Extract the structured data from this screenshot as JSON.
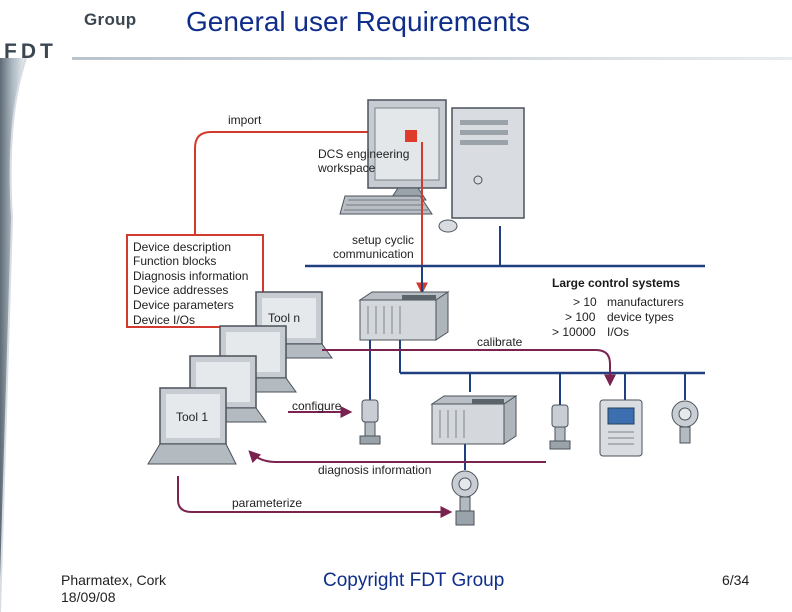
{
  "header": {
    "group_label": "Group",
    "logo_text": "FDT",
    "title": "General user Requirements"
  },
  "diagram": {
    "import_label": "import",
    "workspace_label": [
      "DCS engineering",
      "workspace"
    ],
    "setup_label": [
      "setup cyclic",
      "communication"
    ],
    "device_info_lines": [
      "Device description",
      "Function blocks",
      "Diagnosis information",
      "Device addresses",
      "Device parameters",
      "Device I/Os"
    ],
    "large_systems": {
      "heading": "Large control systems",
      "rows": [
        {
          "count": "> 10",
          "label": "manufacturers"
        },
        {
          "count": "> 100",
          "label": "device types"
        },
        {
          "count": "> 10000",
          "label": "I/Os"
        }
      ]
    },
    "tool_n_label": "Tool n",
    "tool_1_label": "Tool 1",
    "calibrate_label": "calibrate",
    "configure_label": "configure",
    "diagnosis_label": "diagnosis information",
    "parameterize_label": "parameterize"
  },
  "footer": {
    "location": "Pharmatex, Cork",
    "date": "18/09/08",
    "copyright": "Copyright FDT Group",
    "page": "6/34"
  },
  "colors": {
    "title_blue": "#0f2e8a",
    "arrow_red": "#d23a2e",
    "box_red": "#e03a2a",
    "bus_blue": "#1f3f80",
    "arrow_purple": "#7a2350",
    "device_gray": "#c9ced4"
  }
}
